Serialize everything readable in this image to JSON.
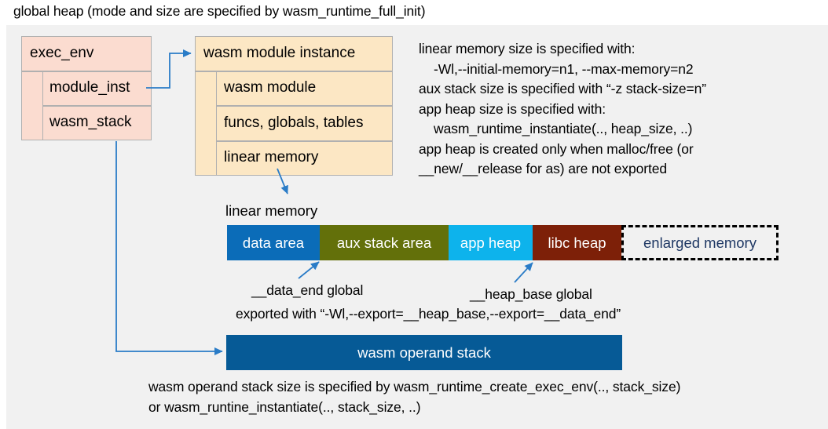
{
  "title": "global heap (mode and size are specified by wasm_runtime_full_init)",
  "colors": {
    "panel_bg": "#f1f1f1",
    "exec_env_fill": "#fbdcd0",
    "module_fill": "#fce7c4",
    "data_area": "#0b6cb8",
    "aux_stack_area": "#63700a",
    "app_heap": "#0db3ec",
    "libc_heap": "#7d2008",
    "enlarged_memory_text": "#1f3864",
    "operand_stack": "#065a96",
    "arrow": "#2a7cc7"
  },
  "exec_env": {
    "header": "exec_env",
    "fields": [
      "module_inst",
      "wasm_stack"
    ]
  },
  "module_instance": {
    "header": "wasm module instance",
    "fields": [
      "wasm module",
      "funcs, globals, tables",
      "linear memory"
    ]
  },
  "notes": {
    "right_block": "linear memory size is specified with:\n    -Wl,--initial-memory=n1, --max-memory=n2\naux stack size is specified with “-z stack-size=n”\napp heap size is specified with:\n    wasm_runtime_instantiate(.., heap_size, ..)\napp heap is created only when malloc/free (or\n__new/__release for as) are not exported",
    "bottom_block": "wasm operand stack size is specified by wasm_runtime_create_exec_env(.., stack_size)\nor wasm_runtine_instantiate(.., stack_size, ..)"
  },
  "linear_memory": {
    "caption": "linear memory",
    "segments": [
      {
        "label": "data area",
        "color": "#0b6cb8"
      },
      {
        "label": "aux stack area",
        "color": "#63700a"
      },
      {
        "label": "app heap",
        "color": "#0db3ec"
      },
      {
        "label": "libc heap",
        "color": "#7d2008"
      },
      {
        "label": "enlarged memory",
        "color": "#f1f1f1"
      }
    ],
    "annotations": {
      "data_end": "__data_end global",
      "heap_base": "__heap_base global",
      "exported": "exported with “-Wl,--export=__heap_base,--export=__data_end”"
    }
  },
  "operand_stack": {
    "label": "wasm operand stack"
  }
}
